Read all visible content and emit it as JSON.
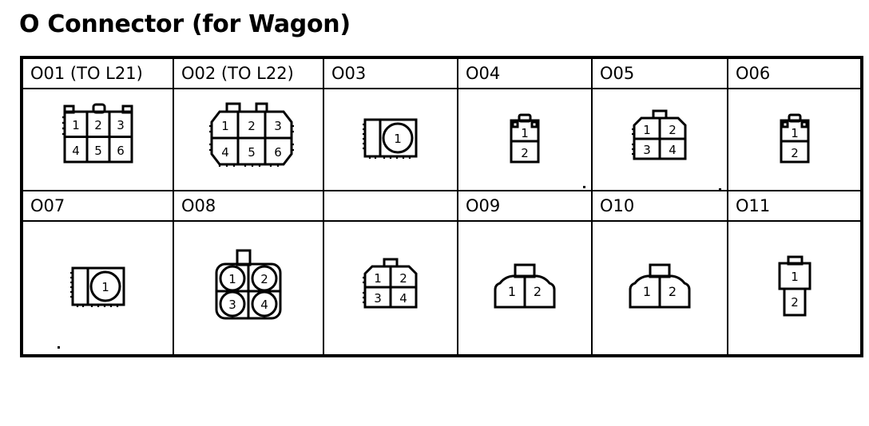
{
  "page": {
    "title": "O Connector (for Wagon)",
    "ink_color": "#000000",
    "background_color": "#ffffff"
  },
  "table": {
    "columns": 6,
    "rows": [
      {
        "row_id": "row-1",
        "cells": [
          {
            "header": "O01 (TO L21)",
            "connector": {
              "id": "O01",
              "style": "rect-6pin-2x3",
              "pin_count": 6,
              "pin_labels": [
                "1",
                "2",
                "3",
                "4",
                "5",
                "6"
              ],
              "layout": "3 columns x 2 rows",
              "tabs": "center top tab with two corner tabs"
            }
          },
          {
            "header": "O02 (TO L22)",
            "connector": {
              "id": "O02",
              "style": "chamfered-6pin-2x3",
              "pin_count": 6,
              "pin_labels": [
                "1",
                "2",
                "3",
                "4",
                "5",
                "6"
              ],
              "layout": "3 columns x 2 rows",
              "tabs": "two top tabs"
            }
          },
          {
            "header": "O03",
            "connector": {
              "id": "O03",
              "style": "round-1pin-with-side-strip",
              "pin_count": 1,
              "pin_labels": [
                "1"
              ],
              "layout": "single circular terminal",
              "tabs": "left side strip"
            }
          },
          {
            "header": "O04",
            "connector": {
              "id": "O04",
              "style": "rect-2pin-vertical",
              "pin_count": 2,
              "pin_labels": [
                "1",
                "2"
              ],
              "layout": "1 column x 2 rows",
              "tabs": "center top tab"
            }
          },
          {
            "header": "O05",
            "connector": {
              "id": "O05",
              "style": "chamfered-4pin-2x2",
              "pin_count": 4,
              "pin_labels": [
                "1",
                "2",
                "3",
                "4"
              ],
              "layout": "2 columns x 2 rows",
              "tabs": "center top tab"
            }
          },
          {
            "header": "O06",
            "connector": {
              "id": "O06",
              "style": "rect-2pin-vertical",
              "pin_count": 2,
              "pin_labels": [
                "1",
                "2"
              ],
              "layout": "1 column x 2 rows",
              "tabs": "center top tab"
            }
          }
        ]
      },
      {
        "row_id": "row-2",
        "cells": [
          {
            "header": "O07",
            "connector": {
              "id": "O07",
              "style": "round-1pin-with-side-strip",
              "pin_count": 1,
              "pin_labels": [
                "1"
              ],
              "layout": "single circular terminal",
              "tabs": "left side strip"
            }
          },
          {
            "header": "O08",
            "connector": {
              "id": "O08",
              "style": "round-4pin-2x2",
              "pin_count": 4,
              "pin_labels": [
                "1",
                "2",
                "3",
                "4"
              ],
              "layout": "2 columns x 2 rows circular terminals",
              "tabs": "tall center top tab"
            }
          },
          {
            "header": "",
            "connector": {
              "id": "",
              "style": "chamfered-4pin-2x2",
              "pin_count": 4,
              "pin_labels": [
                "1",
                "2",
                "3",
                "4"
              ],
              "layout": "2 columns x 2 rows",
              "tabs": "center top tab"
            }
          },
          {
            "header": "O09",
            "connector": {
              "id": "O09",
              "style": "shouldered-2pin-horizontal",
              "pin_count": 2,
              "pin_labels": [
                "1",
                "2"
              ],
              "layout": "2 columns x 1 row",
              "tabs": "center top tab"
            }
          },
          {
            "header": "O10",
            "connector": {
              "id": "O10",
              "style": "shouldered-2pin-horizontal",
              "pin_count": 2,
              "pin_labels": [
                "1",
                "2"
              ],
              "layout": "2 columns x 1 row",
              "tabs": "center top tab"
            }
          },
          {
            "header": "O11",
            "connector": {
              "id": "O11",
              "style": "stepped-2pin-vertical",
              "pin_count": 2,
              "pin_labels": [
                "1",
                "2"
              ],
              "layout": "wide upper terminal over narrow lower terminal",
              "tabs": "center top tab"
            }
          }
        ]
      }
    ]
  }
}
